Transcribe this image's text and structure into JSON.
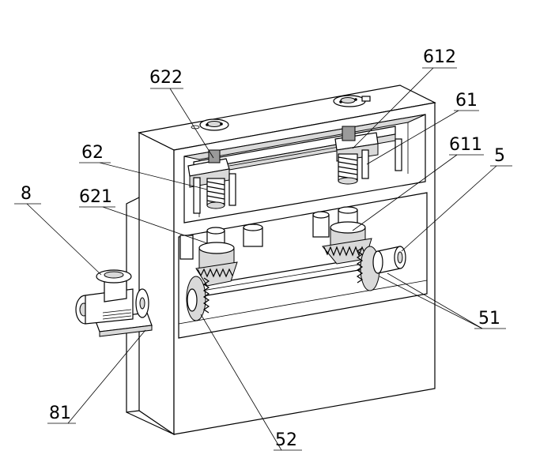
{
  "figure": {
    "labels": {
      "l8": "8",
      "l81": "81",
      "l5": "5",
      "l51": "51",
      "l52": "52",
      "l61": "61",
      "l611": "611",
      "l612": "612",
      "l62": "62",
      "l621": "621",
      "l622": "622"
    }
  }
}
